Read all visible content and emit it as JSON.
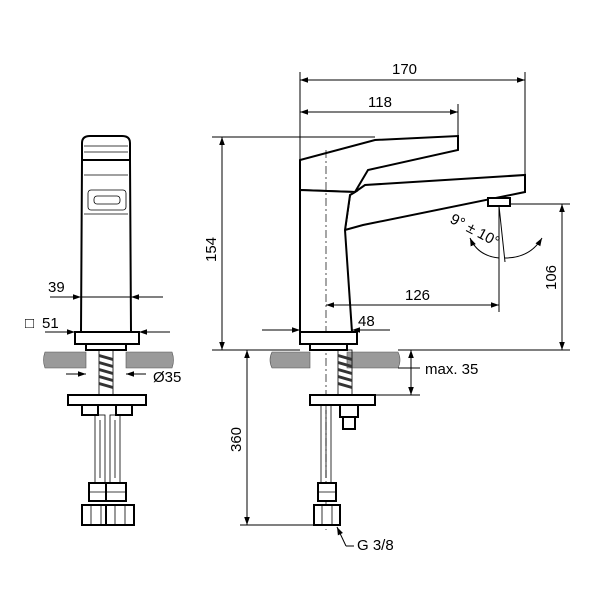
{
  "dimensions": {
    "total_length": "170",
    "lever_length": "118",
    "total_height": "154",
    "spout_height": "106",
    "spout_reach": "126",
    "base_diameter_side": "48",
    "body_width": "39",
    "base_square": "51",
    "square_symbol": "□",
    "hole_diameter": "Ø35",
    "max_thickness": "max. 35",
    "hose_length": "360",
    "spout_angle": "9° ± 10°",
    "thread": "G 3/8"
  }
}
